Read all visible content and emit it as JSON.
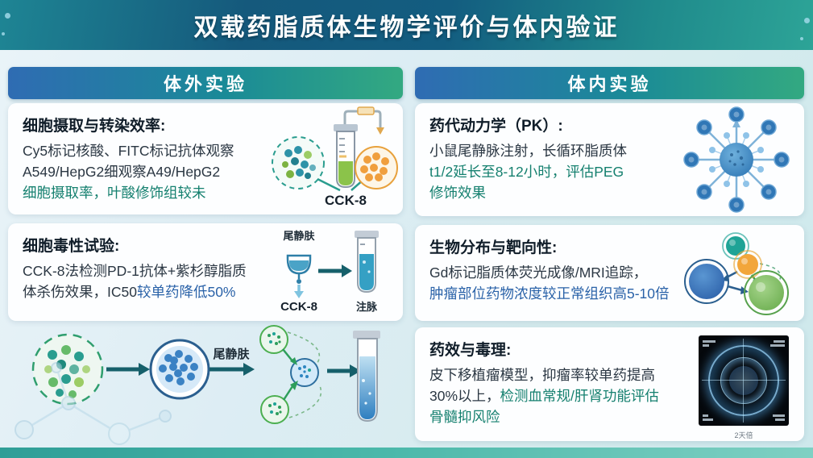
{
  "title": "双载药脂质体生物学评价与体内验证",
  "left": {
    "header": "体外实验",
    "uptake_card": {
      "title": "细胞摄取与转染效率:",
      "line1": "Cy5标记核酸、FITC标记抗体观察",
      "line2": "A549/HepG2细观察A49/HepG2",
      "line3": "细胞摄取率，叶酸修饰组较未",
      "assay_label": "CCK-8"
    },
    "cytotoxicity_card": {
      "title": "细胞毒性试验:",
      "line1": "CCK-8法检测PD-1抗体+紫杉醇脂质",
      "line2_dark": "体杀伤效果，IC50",
      "line2_blue": "较单药降低50%",
      "vein_label": "尾静肤",
      "assay_label": "CCK-8",
      "tube_label": "注脉"
    },
    "process_flow": {
      "arrow_label": "尾静肤"
    }
  },
  "right": {
    "header": "体内实验",
    "pk_card": {
      "title": "药代动力学（PK）:",
      "line1": "小鼠尾静脉注射，长循环脂质体",
      "line2": "t1/2延长至8-12小时，评估PEG",
      "line3": "修饰效果"
    },
    "biodistribution_card": {
      "title": "生物分布与靶向性:",
      "line1": "Gd标记脂质体荧光成像/MRI追踪，",
      "line2": "肿瘤部位药物浓度较正常组织高5-10倍"
    },
    "efficacy_card": {
      "title": "药效与毒理:",
      "line1": "皮下移植瘤模型，抑瘤率较单药提高",
      "line2_dark": "30%以上，",
      "line2_teal": "检测血常规/肝肾功能评估",
      "line3": "骨髓抑风险",
      "mri_caption": "2天倍"
    }
  },
  "colors": {
    "accent_teal": "#15806f",
    "accent_blue": "#2a62a8",
    "banner_teal_dark": "#15597c",
    "header_gradient_start": "#2f6cb3",
    "header_gradient_end": "#33a981"
  }
}
